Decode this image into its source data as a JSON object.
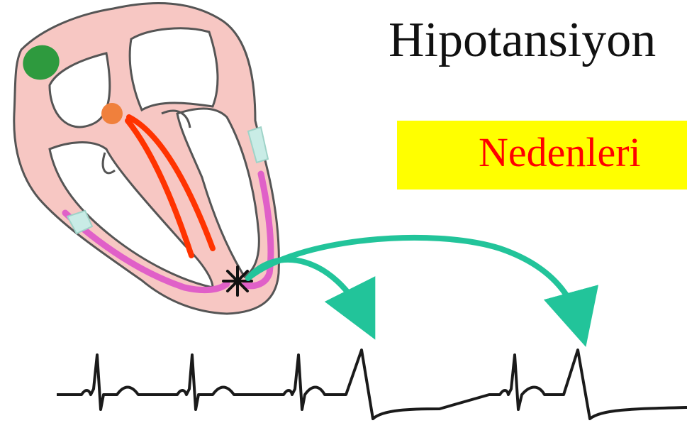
{
  "slide": {
    "title": "Hipotansiyon",
    "subtitle": "Nedenleri"
  },
  "colors": {
    "background": "#ffffff",
    "heart_wall": "#f7c7c3",
    "outline": "#555555",
    "bundle": "#ff3300",
    "av_node": "#f0803c",
    "sa_node": "#2e9a3e",
    "purkinje": "#e060c8",
    "fibers": "#c9ece6",
    "arrows": "#22c49a",
    "ecg_trace": "#1a1a1a",
    "title_text": "#111111",
    "subtitle_text": "#ff0000",
    "subtitle_highlight": "#ffff00"
  },
  "icons": [
    "heart-conduction-diagram",
    "ectopic-focus-star",
    "arrow-head"
  ]
}
